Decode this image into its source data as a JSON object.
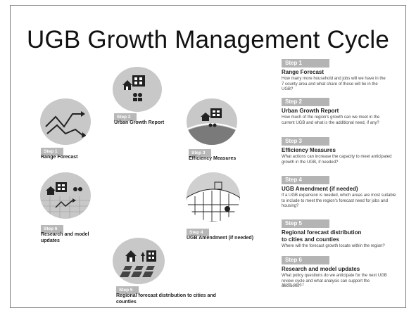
{
  "title": "UGB Growth Management Cycle",
  "cycle": {
    "steps": [
      {
        "tag": "Step 1",
        "label": "Range Forecast"
      },
      {
        "tag": "Step 2",
        "label": "Urban Growth Report"
      },
      {
        "tag": "Step 3",
        "label": "Efficiency Measures"
      },
      {
        "tag": "Step 4",
        "label": "UGB Amendment (if needed)"
      },
      {
        "tag": "Step 5",
        "label": "Regional forecast distribution to cities and counties"
      },
      {
        "tag": "Step 6",
        "label": "Research and model updates"
      }
    ]
  },
  "legend": [
    {
      "tag": "Step 1",
      "heading": "Range Forecast",
      "desc": "How many more household and jobs will we have in the 7 county area and what share of these will be in the UGB?"
    },
    {
      "tag": "Step 2",
      "heading": "Urban Growth Report",
      "desc": "How much of the region's growth can we meet in the current UGB and what is the additional need, if any?"
    },
    {
      "tag": "Step 3",
      "heading": "Efficiency Measures",
      "desc": "What actions can increase the capacity to meet anticipated growth in the UGB, if needed?"
    },
    {
      "tag": "Step 4",
      "heading": "UGB Amendment (if needed)",
      "desc": "If a UGB expansion is needed, which areas are most suitable to include to meet the region's forecast need for jobs and housing?"
    },
    {
      "tag": "Step 5",
      "heading": "Regional forecast distribution to cities and counties",
      "desc": "Where will the forecast growth locate within the region?"
    },
    {
      "tag": "Step 6",
      "heading": "Research and model updates",
      "desc": "What policy questions do we anticipate for the next UGB review cycle and what analysis can support the decisions?"
    }
  ],
  "code": "12165_103.12"
}
